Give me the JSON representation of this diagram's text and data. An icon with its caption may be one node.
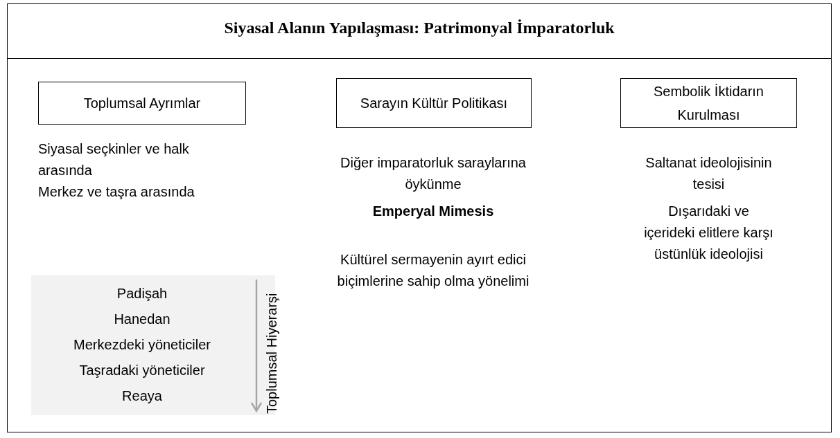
{
  "diagram": {
    "title": "Siyasal Alanın Yapılaşması: Patrimonyal İmparatorluk",
    "nodes": [
      {
        "text": [
          "Toplumsal Ayrımlar"
        ]
      },
      {
        "text": [
          "Sarayın Kültür Politikası"
        ]
      },
      {
        "text": [
          "Sembolik İktidarın Kurulması"
        ]
      },
      {
        "text": [
          "Padişah",
          "Hanedan",
          "Merkezdeki yöneticiler",
          "Taşradaki yöneticiler",
          "Reaya",
          "Toplumsal Hiyerarşi"
        ]
      }
    ],
    "labels": [
      "Siyasal seçkinler ve halk arasında",
      "Merkez ve taşra arasında",
      "Diğer imparatorluk saraylarına öykünme",
      "Saltanat ideolojisinin tesisi",
      "**Emperyal Mimesis**",
      "Dışarıdaki ve içerideki elitlere karşı üstünlük ideolojisi",
      "Kültürel sermayenin ayırt edici biçimlerine sahip olma yönelimi"
    ]
  }
}
